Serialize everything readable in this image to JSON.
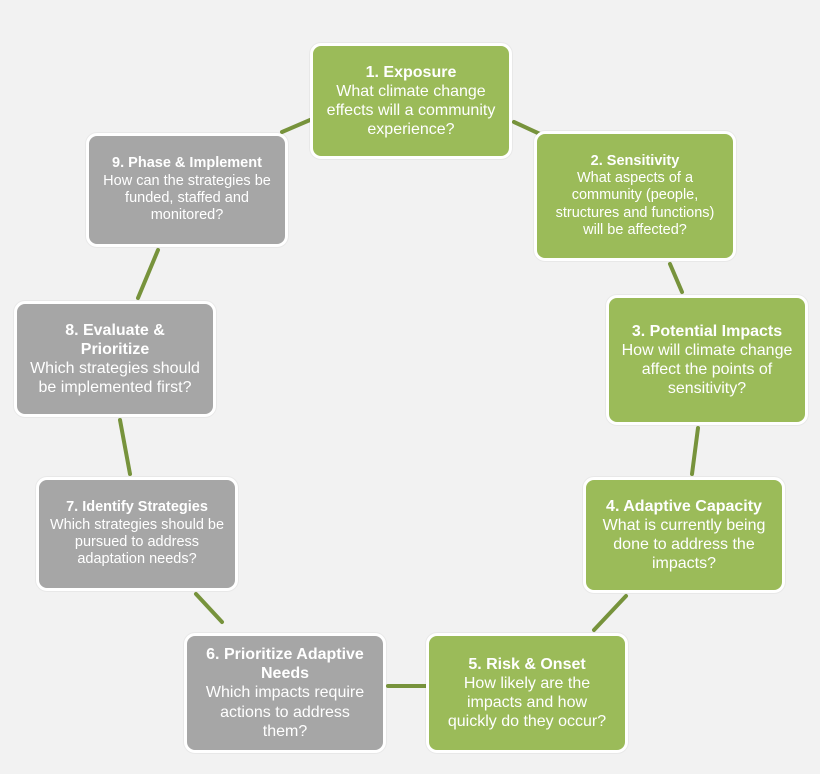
{
  "colors": {
    "background": "#f2f2f2",
    "green": "#9bbb59",
    "grey": "#a6a6a6",
    "connector": "#77933c",
    "text": "#ffffff"
  },
  "steps": [
    {
      "title": "1. Exposure",
      "question": "What climate change effects will a community experience?",
      "color": "green"
    },
    {
      "title": "2. Sensitivity",
      "question": "What aspects of a community (people, structures and functions) will be affected?",
      "color": "green"
    },
    {
      "title": "3. Potential Impacts",
      "question": "How will climate change affect the points of sensitivity?",
      "color": "green"
    },
    {
      "title": "4. Adaptive Capacity",
      "question": "What is currently being done to address the impacts?",
      "color": "green"
    },
    {
      "title": "5. Risk & Onset",
      "question": "How likely are the impacts and how quickly do they occur?",
      "color": "green"
    },
    {
      "title": "6. Prioritize Adaptive Needs",
      "question": "Which impacts require actions to address them?",
      "color": "grey"
    },
    {
      "title": "7. Identify Strategies",
      "question": "Which strategies should be pursued to address adaptation needs?",
      "color": "grey"
    },
    {
      "title": "8. Evaluate & Prioritize",
      "question": "Which strategies should be implemented first?",
      "color": "grey"
    },
    {
      "title": "9. Phase & Implement",
      "question": "How can the strategies be funded, staffed and monitored?",
      "color": "grey"
    }
  ]
}
